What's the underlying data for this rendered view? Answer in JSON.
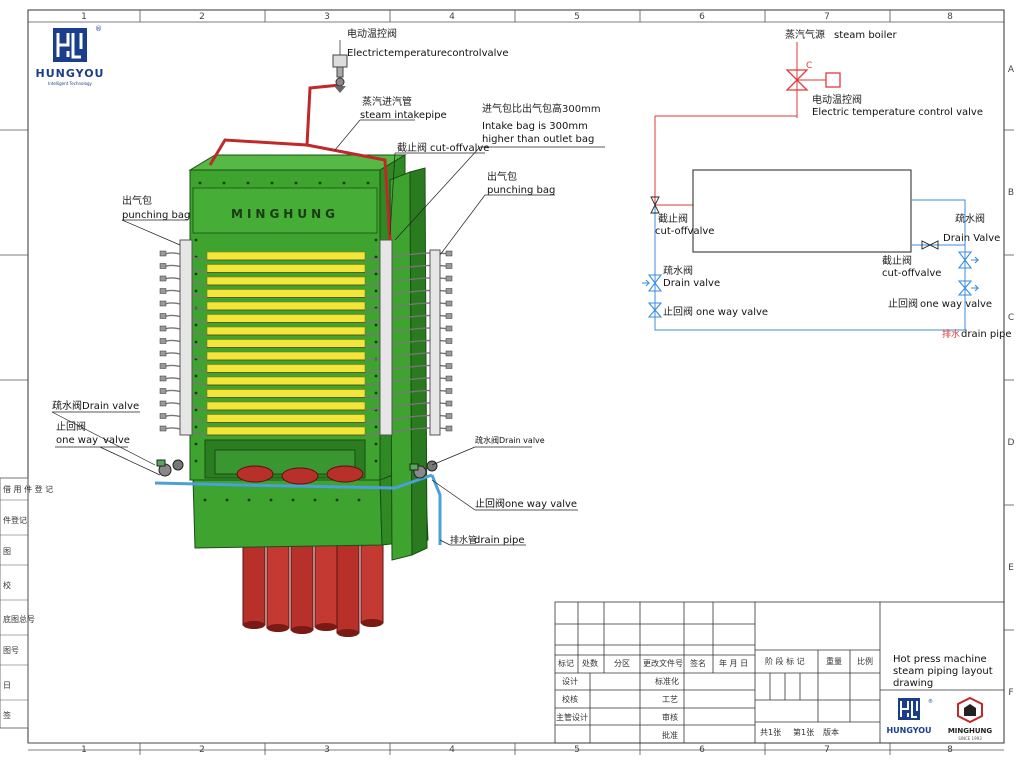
{
  "brand": {
    "name": "HUNGYOU",
    "tagline": "Intelligent Technology",
    "registered": "®",
    "partner_name": "MINGHUNG",
    "partner_tagline": "SINCE 1993"
  },
  "frame": {
    "col_numbers": [
      "1",
      "2",
      "3",
      "4",
      "5",
      "6",
      "7",
      "8"
    ],
    "row_letters": [
      "A",
      "B",
      "C",
      "D",
      "E",
      "F"
    ]
  },
  "machine": {
    "brand_text": "MINGHUNG"
  },
  "left_callouts": {
    "valve_top_cn": "电动温控阀",
    "valve_top_en": "Electrictemperaturecontrolvalve",
    "intake_cn": "蒸汽进汽管",
    "intake_en": "steam intakepipe",
    "bag_note_cn": "进气包比出气包高300mm",
    "bag_note_en1": "Intake bag is 300mm",
    "bag_note_en2": "higher than outlet bag",
    "cutoff_cn": "截止阀",
    "cutoff_en": "cut-offvalve",
    "punch_right_cn": "出气包",
    "punch_right_en": "punching bag",
    "punch_left_cn": "出气包",
    "punch_left_en": "punching bag",
    "drain_left": "疏水阀Drain valve",
    "oneway_left_cn": "止回阀",
    "oneway_left_en1": "one way",
    "oneway_left_en2": "valve",
    "drain_right": "疏水阀Drain valve",
    "oneway_right": "止回阀one way valve",
    "drainpipe_cn": "排水管",
    "drainpipe_en": "drain  pipe"
  },
  "schematic": {
    "boiler_cn": "蒸汽气源",
    "boiler_en": "steam boiler",
    "tcv_cn": "电动温控阀",
    "tcv_en": "Electric temperature control valve",
    "cutoff_l_cn": "截止阀",
    "cutoff_l_en": "cut-offvalve",
    "drain_l_cn": "疏水阀",
    "drain_l_en": "Drain valve",
    "oneway_l_cn": "止回阀",
    "oneway_l_en": "one way valve",
    "cutoff_r_cn": "截止阀",
    "cutoff_r_en": "cut-offvalve",
    "drain_r_cn": "疏水阀",
    "drain_r_en": "Drain Valve",
    "oneway_r_cn": "止回阀",
    "oneway_r_en": "one way valve",
    "pipe_cn": "排水",
    "pipe_en": "drain pipe",
    "colors": {
      "steam": "#e03a3a",
      "water": "#3a8ee0"
    }
  },
  "left_margin_cells": [
    "借 用 件 登 记",
    "件登记",
    "图",
    "校",
    "底图总号",
    "图号",
    "日",
    "签"
  ],
  "title_block": {
    "headers": [
      "标记",
      "处数",
      "分区",
      "更改文件号",
      "签名",
      "年 月 日"
    ],
    "row_labels": [
      "设计",
      "校核",
      "主管设计"
    ],
    "mid_labels": [
      "标准化",
      "工艺",
      "审核",
      "批准"
    ],
    "right_headers": [
      "阶 段 标 记",
      "重量",
      "比例"
    ],
    "sheet_info": [
      "共1张",
      "第1张",
      "版本"
    ],
    "drawing_title": [
      "Hot press machine",
      "steam piping layout",
      "drawing"
    ]
  }
}
